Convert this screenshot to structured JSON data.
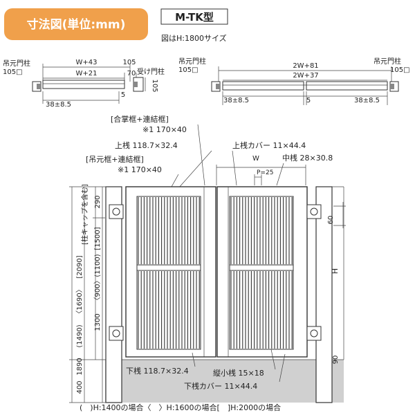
{
  "header": {
    "title": "寸法図(単位:mm)",
    "title_color": "#f0a04b",
    "model": "M-TK型",
    "size_note": "図はH:1800サイズ"
  },
  "plan_single": {
    "left_post": "吊元門柱",
    "left_post_size": "105□",
    "outer_width": "W+43",
    "inner_width": "W+21",
    "right_size": "105",
    "gap": "70",
    "right_post": "受け門柱",
    "right_vertical": "105",
    "small_gap": "5",
    "offset": "38±8.5"
  },
  "plan_double": {
    "left_post": "吊元門柱",
    "left_post_size": "105□",
    "right_post": "吊元門柱",
    "right_post_size": "105□",
    "outer_width": "2W+81",
    "inner_width": "2W+37",
    "left_offset": "38±8.5",
    "center_gap": "5",
    "right_offset": "38±8.5"
  },
  "labels": {
    "meeting_frame": "[合掌框+連結框]",
    "meeting_frame_note": "※1 170×40",
    "top_rail": "上桟 118.7×32.4",
    "hinge_frame": "[吊元框+連結框]",
    "hinge_frame_note": "※1 170×40",
    "top_rail_cover": "上桟カバー 11×44.4",
    "w": "W",
    "middle_rail": "中桟 28×30.8",
    "pitch": "P=25",
    "bottom_rail": "下桟 118.7×32.4",
    "vertical_bar": "縦小桟 15×18",
    "bottom_rail_cover": "下桟カバー 11×44.4",
    "cap_note": "[柱キャップを含む]"
  },
  "dimensions": {
    "top_290": "290",
    "d1500": "[1500]",
    "d1100": "(1100)",
    "d900": "〈900〉",
    "d1300": "1300",
    "d2090": "[2090]",
    "d1690": "〈1690〉",
    "d1490": "(1490)",
    "d1890": "1890",
    "ground_400": "400",
    "right_60": "60",
    "right_h": "H",
    "right_90": "90"
  },
  "legend": {
    "text": "(　)H:1400の場合〈　〉H:1600の場合[　]H:2000の場合"
  }
}
